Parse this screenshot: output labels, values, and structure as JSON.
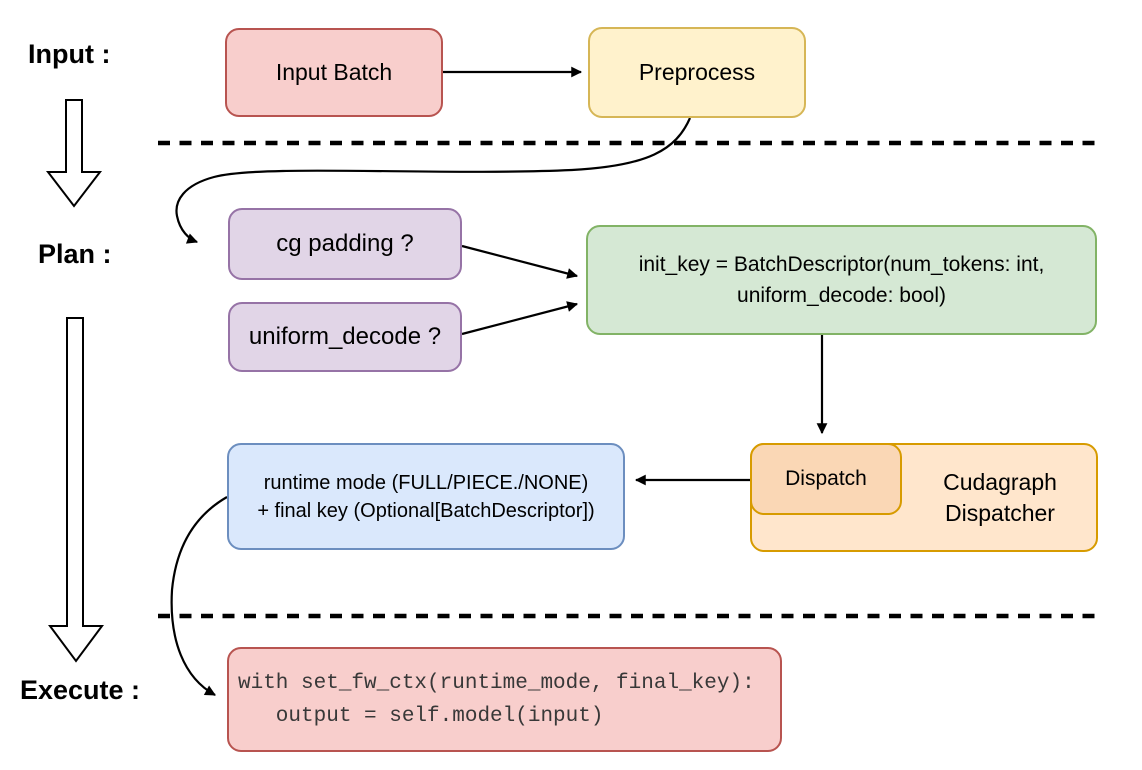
{
  "stage_labels": {
    "input": "Input :",
    "plan": "Plan :",
    "execute": "Execute :"
  },
  "nodes": {
    "input_batch": {
      "label": "Input Batch",
      "fill": "#F8CECC",
      "stroke": "#B85450"
    },
    "preprocess": {
      "label": "Preprocess",
      "fill": "#FFF2CC",
      "stroke": "#D6B656"
    },
    "cg_padding": {
      "label": "cg padding ?",
      "fill": "#E1D5E7",
      "stroke": "#9673A6"
    },
    "uniform_decode": {
      "label": "uniform_decode ?",
      "fill": "#E1D5E7",
      "stroke": "#9673A6"
    },
    "init_key": {
      "line1": "init_key = BatchDescriptor(num_tokens: int,",
      "line2": "uniform_decode: bool)",
      "fill": "#D5E8D4",
      "stroke": "#82B366"
    },
    "dispatch": {
      "label": "Dispatch",
      "fill": "#FAD7B5",
      "stroke": "#D79B00"
    },
    "cudagraph_dispatcher": {
      "line1": "Cudagraph",
      "line2": "Dispatcher",
      "fill": "#FFE6CC",
      "stroke": "#D79B00"
    },
    "runtime_mode": {
      "line1": "runtime mode (FULL/PIECE./NONE)",
      "line2": "+ final key (Optional[BatchDescriptor])",
      "fill": "#DAE8FC",
      "stroke": "#6C8EBF"
    },
    "execute_code": {
      "line1": "with set_fw_ctx(runtime_mode, final_key):",
      "line2": "   output = self.model(input)",
      "fill": "#F8CECC",
      "stroke": "#B85450"
    }
  },
  "connector_color": "#000000"
}
